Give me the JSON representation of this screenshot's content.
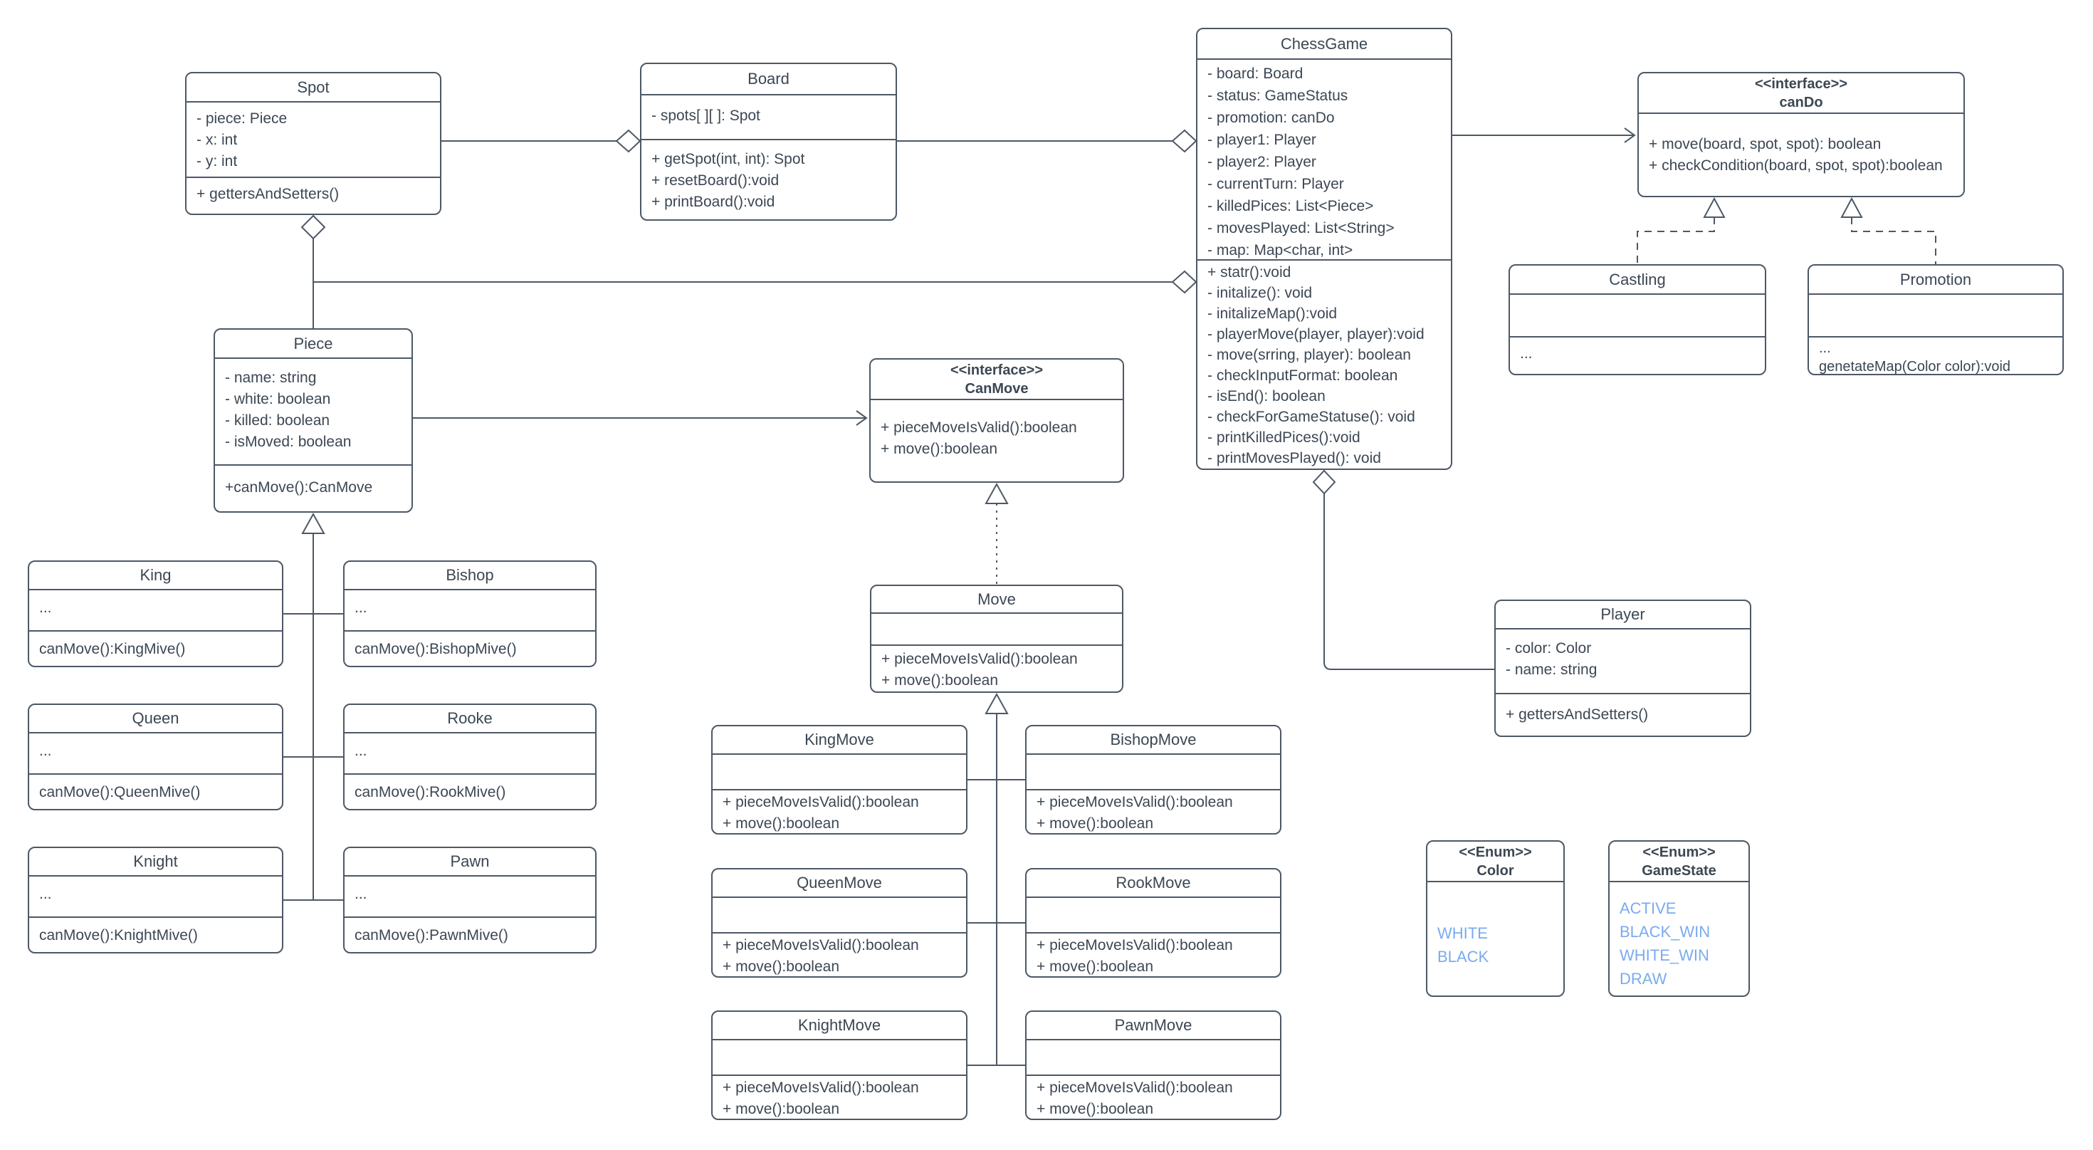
{
  "diagram": {
    "type": "uml-class-diagram",
    "title": "Chess game class diagram",
    "colors": {
      "stroke": "#4d5866",
      "text": "#3c4753",
      "enum_value": "#7aabef",
      "background": "#ffffff"
    },
    "classes": [
      {
        "id": "spot",
        "name": "Spot",
        "attributes": [
          "- piece: Piece",
          "- x: int",
          "- y: int"
        ],
        "methods": [
          "+ gettersAndSetters()"
        ]
      },
      {
        "id": "board",
        "name": "Board",
        "attributes": [
          "- spots[ ][ ]: Spot"
        ],
        "methods": [
          "+ getSpot(int, int): Spot",
          "+ resetBoard():void",
          "+ printBoard():void"
        ]
      },
      {
        "id": "chessgame",
        "name": "ChessGame",
        "attributes": [
          "- board: Board",
          "- status: GameStatus",
          "- promotion: canDo",
          "- player1: Player",
          "- player2: Player",
          "- currentTurn: Player",
          "- killedPices: List<Piece>",
          "- movesPlayed: List<String>",
          "- map: Map<char, int>"
        ],
        "methods": [
          "+ statr():void",
          "- initalize(): void",
          "- initalizeMap():void",
          "- playerMove(player, player):void",
          "- move(srring, player): boolean",
          "- checkInputFormat: boolean",
          "- isEnd(): boolean",
          "- checkForGameStatuse(): void",
          "- printKilledPices():void",
          "- printMovesPlayed(): void"
        ]
      },
      {
        "id": "cando",
        "stereotype": "<<interface>>",
        "name": "canDo",
        "methods": [
          "+ move(board, spot, spot): boolean",
          "+ checkCondition(board, spot, spot):boolean"
        ]
      },
      {
        "id": "castling",
        "name": "Castling",
        "attributes": [],
        "methods": [
          "..."
        ]
      },
      {
        "id": "promotion",
        "name": "Promotion",
        "attributes": [],
        "methods": [
          "...",
          "genetateMap(Color color):void"
        ]
      },
      {
        "id": "piece",
        "name": "Piece",
        "attributes": [
          "- name: string",
          "- white: boolean",
          "- killed: boolean",
          "- isMoved: boolean"
        ],
        "methods": [
          "+canMove():CanMove"
        ]
      },
      {
        "id": "canmove",
        "stereotype": "<<interface>>",
        "name": "CanMove",
        "methods": [
          "+ pieceMoveIsValid():boolean",
          "+ move():boolean"
        ]
      },
      {
        "id": "king",
        "name": "King",
        "attributes": [
          "..."
        ],
        "methods": [
          "canMove():KingMive()"
        ]
      },
      {
        "id": "bishop",
        "name": "Bishop",
        "attributes": [
          "..."
        ],
        "methods": [
          "canMove():BishopMive()"
        ]
      },
      {
        "id": "queen",
        "name": "Queen",
        "attributes": [
          "..."
        ],
        "methods": [
          "canMove():QueenMive()"
        ]
      },
      {
        "id": "rooke",
        "name": "Rooke",
        "attributes": [
          "..."
        ],
        "methods": [
          "canMove():RookMive()"
        ]
      },
      {
        "id": "knight",
        "name": "Knight",
        "attributes": [
          "..."
        ],
        "methods": [
          "canMove():KnightMive()"
        ]
      },
      {
        "id": "pawn",
        "name": "Pawn",
        "attributes": [
          "..."
        ],
        "methods": [
          "canMove():PawnMive()"
        ]
      },
      {
        "id": "move",
        "name": "Move",
        "attributes": [],
        "methods": [
          "+ pieceMoveIsValid():boolean",
          "+ move():boolean"
        ]
      },
      {
        "id": "kingmove",
        "name": "KingMove",
        "attributes": [],
        "methods": [
          "+ pieceMoveIsValid():boolean",
          "+ move():boolean"
        ]
      },
      {
        "id": "bishopmove",
        "name": "BishopMove",
        "attributes": [],
        "methods": [
          "+ pieceMoveIsValid():boolean",
          "+ move():boolean"
        ]
      },
      {
        "id": "queenmove",
        "name": "QueenMove",
        "attributes": [],
        "methods": [
          "+ pieceMoveIsValid():boolean",
          "+ move():boolean"
        ]
      },
      {
        "id": "rookmove",
        "name": "RookMove",
        "attributes": [],
        "methods": [
          "+ pieceMoveIsValid():boolean",
          "+ move():boolean"
        ]
      },
      {
        "id": "knightmove",
        "name": "KnightMove",
        "attributes": [],
        "methods": [
          "+ pieceMoveIsValid():boolean",
          "+ move():boolean"
        ]
      },
      {
        "id": "pawnmove",
        "name": "PawnMove",
        "attributes": [],
        "methods": [
          "+ pieceMoveIsValid():boolean",
          "+ move():boolean"
        ]
      },
      {
        "id": "player",
        "name": "Player",
        "attributes": [
          "- color: Color",
          "- name: string"
        ],
        "methods": [
          "+ gettersAndSetters()"
        ]
      },
      {
        "id": "color",
        "stereotype": "<<Enum>>",
        "name": "Color",
        "values": [
          "WHITE",
          "BLACK"
        ]
      },
      {
        "id": "gamestate",
        "stereotype": "<<Enum>>",
        "name": "GameState",
        "values": [
          "ACTIVE",
          "BLACK_WIN",
          "WHITE_WIN",
          "DRAW"
        ]
      }
    ],
    "relationships": [
      {
        "from": "Spot",
        "to": "Board",
        "type": "aggregation"
      },
      {
        "from": "Board",
        "to": "ChessGame",
        "type": "aggregation"
      },
      {
        "from": "Piece",
        "to": "Spot",
        "type": "aggregation"
      },
      {
        "from": "Piece",
        "to": "ChessGame",
        "type": "aggregation"
      },
      {
        "from": "ChessGame",
        "to": "canDo",
        "type": "association"
      },
      {
        "from": "Castling",
        "to": "canDo",
        "type": "realization"
      },
      {
        "from": "Promotion",
        "to": "canDo",
        "type": "realization"
      },
      {
        "from": "Piece",
        "to": "CanMove",
        "type": "association"
      },
      {
        "from": "King",
        "to": "Piece",
        "type": "generalization"
      },
      {
        "from": "Bishop",
        "to": "Piece",
        "type": "generalization"
      },
      {
        "from": "Queen",
        "to": "Piece",
        "type": "generalization"
      },
      {
        "from": "Rooke",
        "to": "Piece",
        "type": "generalization"
      },
      {
        "from": "Knight",
        "to": "Piece",
        "type": "generalization"
      },
      {
        "from": "Pawn",
        "to": "Piece",
        "type": "generalization"
      },
      {
        "from": "Move",
        "to": "CanMove",
        "type": "realization"
      },
      {
        "from": "KingMove",
        "to": "Move",
        "type": "generalization"
      },
      {
        "from": "BishopMove",
        "to": "Move",
        "type": "generalization"
      },
      {
        "from": "QueenMove",
        "to": "Move",
        "type": "generalization"
      },
      {
        "from": "RookMove",
        "to": "Move",
        "type": "generalization"
      },
      {
        "from": "KnightMove",
        "to": "Move",
        "type": "generalization"
      },
      {
        "from": "PawnMove",
        "to": "Move",
        "type": "generalization"
      },
      {
        "from": "Player",
        "to": "ChessGame",
        "type": "aggregation"
      }
    ]
  }
}
